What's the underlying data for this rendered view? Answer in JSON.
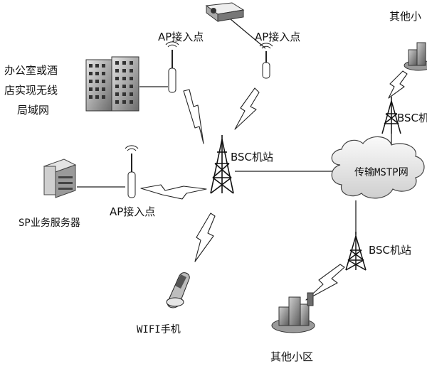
{
  "labels": {
    "ap_top_left": "AP接入点",
    "ap_top_right": "AP接入点",
    "ap_left": "AP接入点",
    "office_line1": "办公室或酒",
    "office_line2": "店实现无线",
    "office_line3": "局域网",
    "server": "SP业务服务器",
    "bsc_center": "BSC机站",
    "bsc_right_top": "BSC机",
    "bsc_bottom": "BSC机站",
    "cloud": "传输MSTP网",
    "phone": "WIFI手机",
    "other_top": "其他小",
    "other_bottom": "其他小区"
  },
  "colors": {
    "ink": "#111111",
    "gray_dark": "#4a4a4a",
    "gray_mid": "#8a8a8a",
    "gray_light": "#d9d9d9"
  },
  "icons": [
    "building-icon",
    "server-icon",
    "ap-icon",
    "tower-icon",
    "cloud-icon",
    "phone-icon",
    "city-icon",
    "projector-icon",
    "lightning-icon"
  ]
}
